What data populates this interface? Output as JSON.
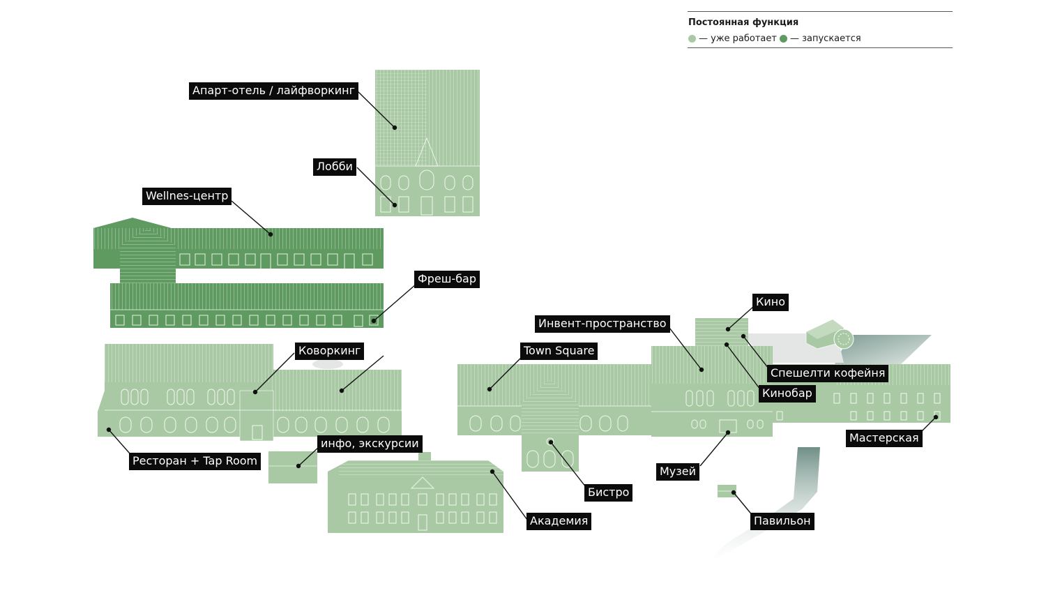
{
  "legend": {
    "title": "Постоянная функция",
    "items": [
      {
        "text": "— уже работает",
        "color": "#a9c9a4"
      },
      {
        "text": "— запускается",
        "color": "#5f9a60"
      }
    ]
  },
  "colors": {
    "working": "#a9c9a4",
    "launching": "#5f9a60",
    "label_bg": "#0b0b0b",
    "road": "#7d9a92"
  },
  "labels": {
    "apart": "Апарт-отель / лайфворкинг",
    "lobby": "Лобби",
    "wellness": "Wellnes-центр",
    "fresh": "Фреш-бар",
    "cowork": "Коворкинг",
    "restaurant": "Ресторан + Tap Room",
    "info": "инфо, экскурсии",
    "academy": "Академия",
    "townsquare": "Town Square",
    "bistro": "Бистро",
    "event": "Инвент-пространство",
    "cinema": "Кино",
    "coffee": "Спешелти кофейня",
    "kinobar": "Кинобар",
    "workshop": "Мастерская",
    "museum": "Музей",
    "pavilion": "Павильон"
  }
}
